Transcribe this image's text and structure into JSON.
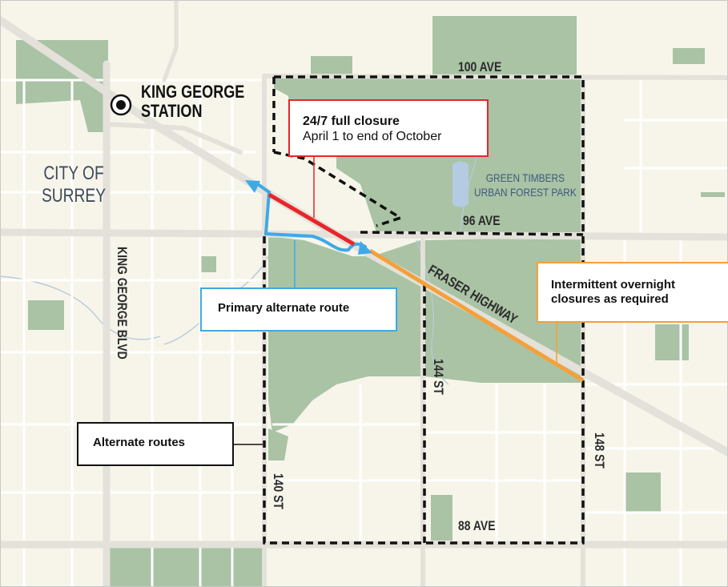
{
  "station": {
    "name_line1": "KING GEORGE",
    "name_line2": "STATION"
  },
  "city": {
    "line1": "CITY OF",
    "line2": "SURREY"
  },
  "park": {
    "line1": "GREEN TIMBERS",
    "line2": "URBAN FOREST PARK"
  },
  "roads": {
    "ave100": "100 AVE",
    "ave96": "96 AVE",
    "ave88": "88 AVE",
    "st140": "140 ST",
    "st144": "144 ST",
    "st148": "148 ST",
    "king_george_blvd": "KING GEORGE BLVD",
    "fraser_highway": "FRASER HIGHWAY"
  },
  "callouts": {
    "full_closure": {
      "title": "24/7 full closure",
      "detail": "April 1 to end of October",
      "color": "#e8262a"
    },
    "primary_route": {
      "label": "Primary alternate route",
      "color": "#3fa9e6"
    },
    "overnight": {
      "line1": "Intermittent overnight",
      "line2": "closures as required",
      "color": "#f5a03a"
    },
    "alternate_routes": {
      "label": "Alternate routes",
      "color": "#111111"
    }
  },
  "colors": {
    "land": "#f7f5ea",
    "park": "#a9c3a4",
    "road": "#e6e4dd",
    "water": "#b5cbe3"
  }
}
